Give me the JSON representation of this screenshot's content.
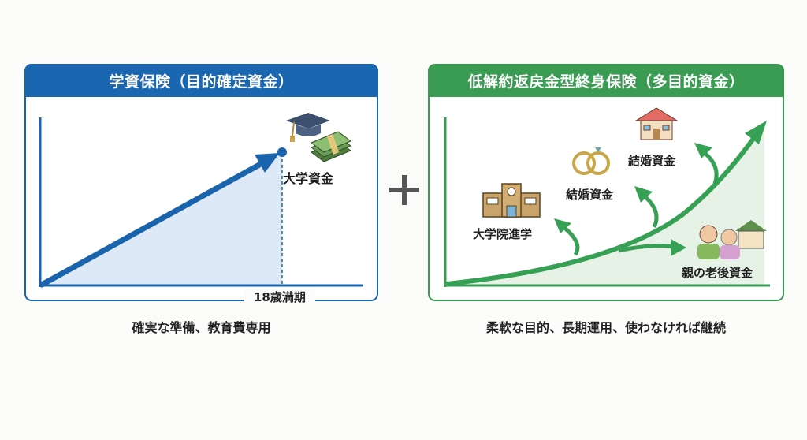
{
  "left_panel": {
    "title": "学資保険（目的確定資金）",
    "goal_label": "大学資金",
    "maturity_label": "18歳満期",
    "caption": "確実な準備、教育費専用",
    "accent_color": "#1a66b0",
    "icons": [
      "graduation-cap-icon",
      "money-stack-icon"
    ]
  },
  "operator": "+",
  "right_panel": {
    "title": "低解約返戻金型終身保険（多目的資金）",
    "branches": [
      {
        "label": "大学院進学",
        "icon": "school-building-icon"
      },
      {
        "label": "結婚資金",
        "icon": "wedding-rings-icon"
      },
      {
        "label": "結婚資金",
        "icon": "house-icon"
      },
      {
        "label": "親の老後資金",
        "icon": "elderly-parents-icon"
      }
    ],
    "caption": "柔軟な目的、長期運用、使わなければ継続",
    "accent_color": "#3a9b53"
  }
}
